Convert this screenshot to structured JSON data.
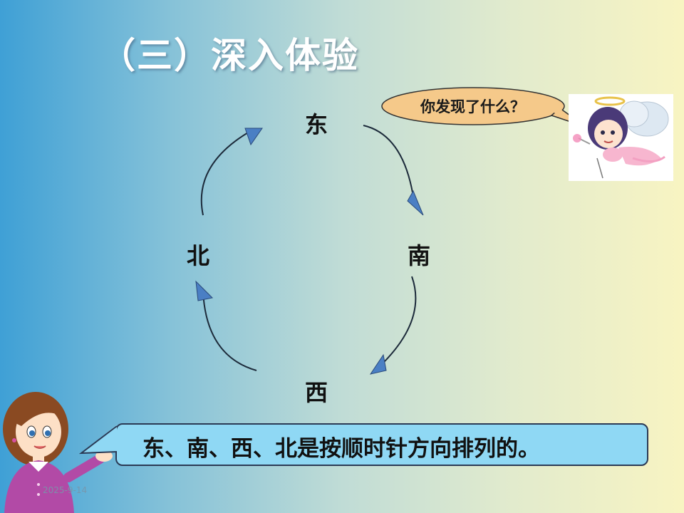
{
  "slide": {
    "title": "（三）深入体验",
    "date": "2025-9-14"
  },
  "directions": {
    "east": "东",
    "south": "南",
    "west": "西",
    "north": "北"
  },
  "speech_bubble": {
    "question": "你发现了什么？"
  },
  "answer": {
    "text": "东、南、西、北是按顺时针方向排列的。"
  },
  "colors": {
    "arrowhead": "#4a7fc4",
    "bubble_fill": "#f5c98a",
    "answer_fill": "#8fd8f4"
  }
}
